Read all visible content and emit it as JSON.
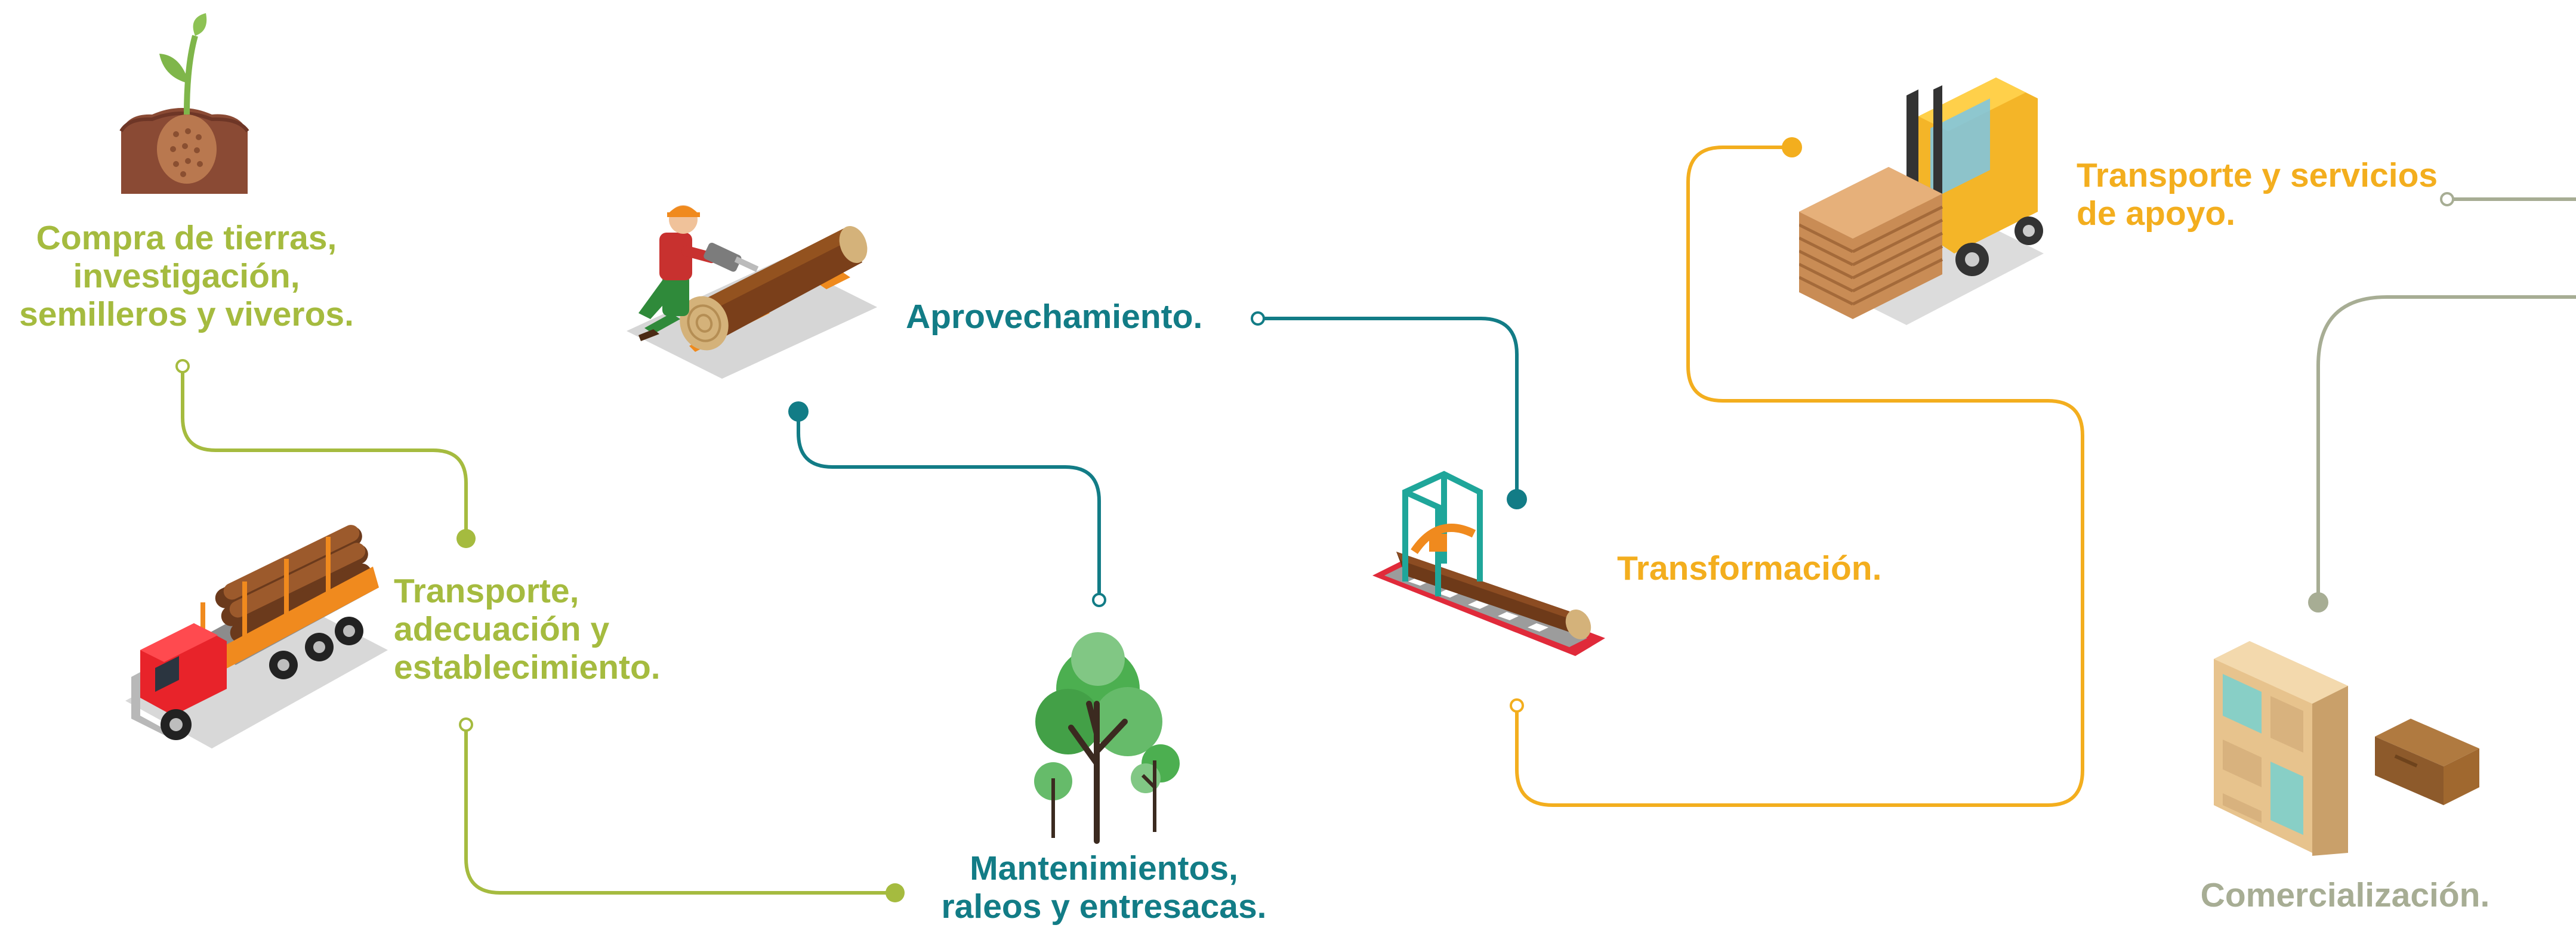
{
  "stages": [
    {
      "id": "compra",
      "lines": [
        "Compra de tierras,",
        "investigación,",
        "semilleros y viveros."
      ],
      "icon": "seedling-icon"
    },
    {
      "id": "transporte",
      "lines": [
        "Transporte,",
        "adecuación y",
        "establecimiento."
      ],
      "icon": "log-truck-icon"
    },
    {
      "id": "aprovechamiento",
      "lines": [
        "Aprovechamiento."
      ],
      "icon": "lumberjack-chainsaw-icon"
    },
    {
      "id": "mantenimientos",
      "lines": [
        "Mantenimientos,",
        "raleos y entresacas."
      ],
      "icon": "trees-icon"
    },
    {
      "id": "transformacion",
      "lines": [
        "Transformación."
      ],
      "icon": "sawmill-icon"
    },
    {
      "id": "servicios",
      "lines": [
        "Transporte y servicios",
        "de apoyo."
      ],
      "icon": "forklift-pallets-icon"
    },
    {
      "id": "comercializacion",
      "lines": [
        "Comercialización."
      ],
      "icon": "wooden-furniture-icon"
    }
  ],
  "colors": {
    "green": "#a5bb3f",
    "teal": "#127c86",
    "orange": "#f3ae1e",
    "grey": "#a7ad94"
  }
}
